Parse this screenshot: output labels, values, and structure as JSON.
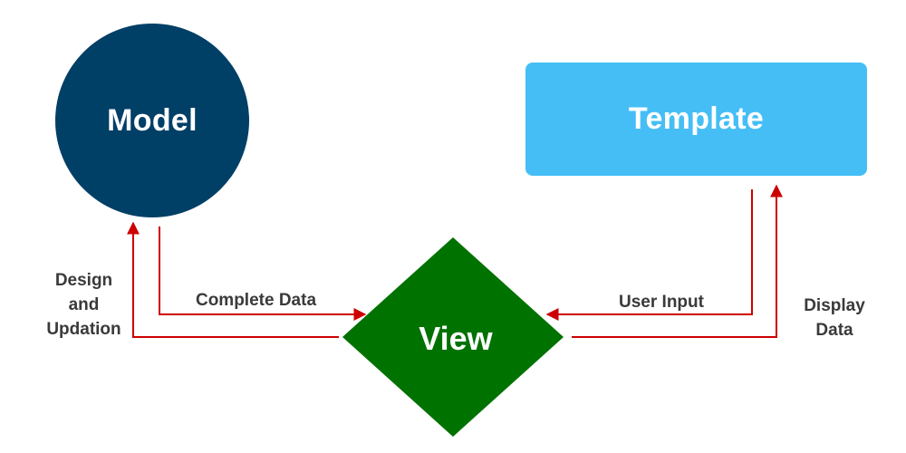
{
  "nodes": {
    "model": {
      "label": "Model",
      "color": "#003f66"
    },
    "template": {
      "label": "Template",
      "color": "#45bef6"
    },
    "view": {
      "label": "View",
      "color": "#007200"
    }
  },
  "edges": {
    "design_updation": {
      "lines": [
        "Design",
        "and",
        "Updation"
      ]
    },
    "complete_data": {
      "label": "Complete Data"
    },
    "user_input": {
      "label": "User Input"
    },
    "display_data": {
      "lines": [
        "Display",
        "Data"
      ]
    }
  },
  "colors": {
    "arrow": "#cc0000"
  }
}
